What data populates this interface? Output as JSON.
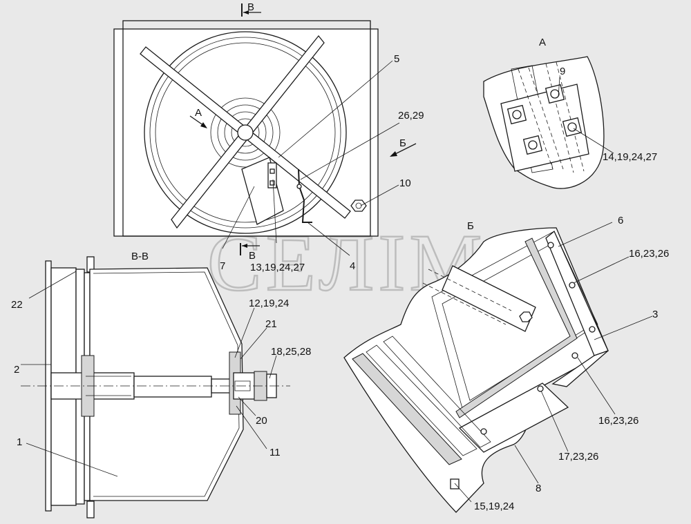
{
  "watermark": "СЕЛІМ",
  "views": {
    "section_mark": "В",
    "section_view": "В-В",
    "detail_a": "А",
    "detail_b": "Б"
  },
  "callouts": {
    "c1": "1",
    "c2": "2",
    "c3": "3",
    "c4": "4",
    "c5": "5",
    "c6": "6",
    "c7": "7",
    "c8": "8",
    "c9": "9",
    "c10": "10",
    "c11": "11",
    "c12_19_24": "12,19,24",
    "c13_19_24_27": "13,19,24,27",
    "c14_19_24_27": "14,19,24,27",
    "c15_19_24": "15,19,24",
    "c16_23_26_a": "16,23,26",
    "c16_23_26_b": "16,23,26",
    "c17_23_26": "17,23,26",
    "c18_25_28": "18,25,28",
    "c20": "20",
    "c21": "21",
    "c22": "22",
    "c26_29": "26,29"
  }
}
